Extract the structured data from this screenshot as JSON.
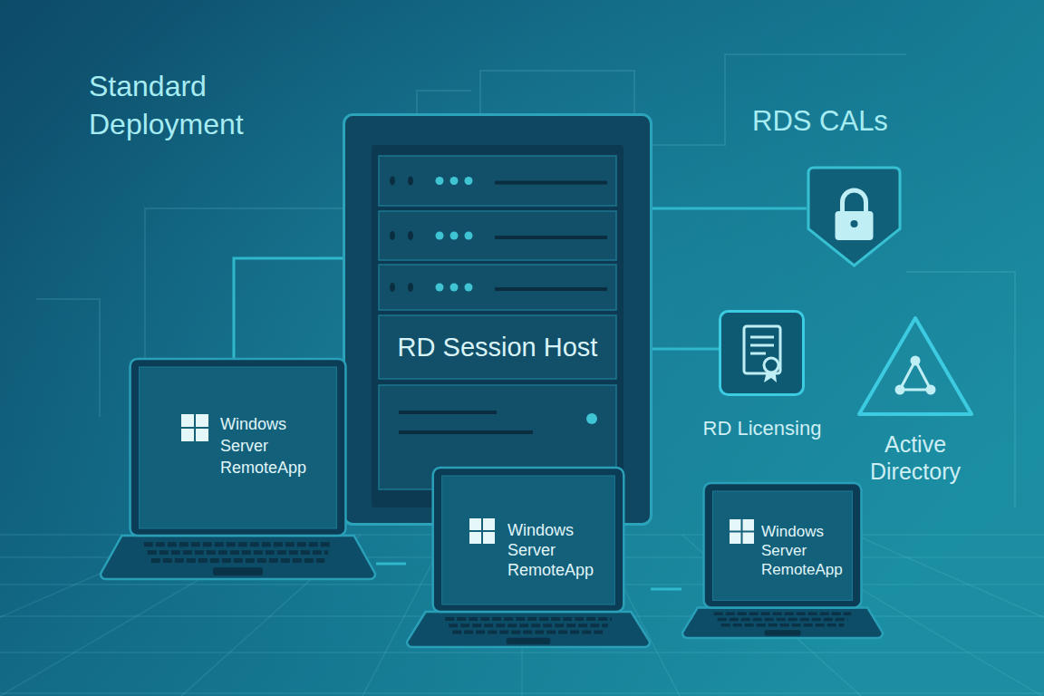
{
  "diagram": {
    "title": "Standard Deployment",
    "nodes": [
      {
        "text": [
          "RD Session Host"
        ]
      },
      {
        "text": [
          "RDS CALs"
        ]
      },
      {
        "text": [
          "RD Licensing"
        ]
      },
      {
        "text": [
          "Active Directory"
        ]
      },
      {
        "text": [
          "Windows Server RemoteApp"
        ]
      },
      {
        "text": [
          "Windows Server RemoteApp"
        ]
      },
      {
        "text": [
          "Windows Server RemoteApp"
        ]
      }
    ],
    "edges": [
      {
        "from": 0,
        "to": 4,
        "arrow": "none"
      },
      {
        "from": 0,
        "to": 1,
        "arrow": "none"
      },
      {
        "from": 0,
        "to": 2,
        "arrow": "none"
      },
      {
        "from": 4,
        "to": 5,
        "arrow": "none"
      },
      {
        "from": 5,
        "to": 6,
        "arrow": "none"
      }
    ]
  }
}
